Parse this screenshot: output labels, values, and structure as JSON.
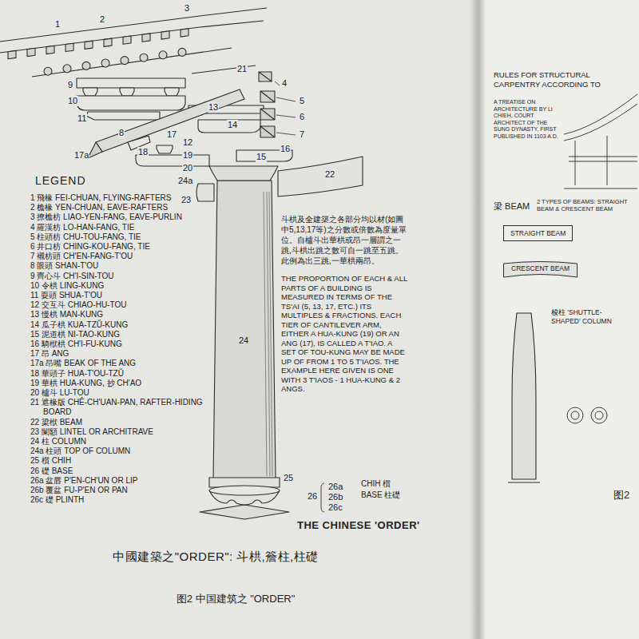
{
  "diagram": {
    "title": "THE CHINESE 'ORDER'",
    "caption": "图2 中国建筑之 \"ORDER\"",
    "nodes": [
      {
        "text": [
          "STRAIGHT BEAM"
        ]
      },
      {
        "text": [
          "CRESCENT BEAM"
        ]
      }
    ],
    "labels": [
      "3",
      "1",
      "2",
      "21",
      "4",
      "5",
      "9",
      "10",
      "11",
      "6",
      "13",
      "8",
      "7",
      "17",
      "14",
      "16",
      "18",
      "12",
      "17a",
      "15",
      "19",
      "22",
      "20",
      "24a",
      "23",
      "24",
      "25",
      "26",
      "26a",
      "26b",
      "26c",
      "LEGEND",
      "斗栱及全建築之各部分均以材(如圖中5,13,17等)之分數或倍數為度量單位。自櫨斗出華栱或昂一層謂之一跳,斗栱出跳之數可自一跳至五跳。此例為出三跳,一華栱兩昂。",
      "THE PROPORTION OF EACH & ALL PARTS OF A BUILDING IS MEASURED IN TERMS OF THE TS'AI (5, 13, 17, ETC.) ITS MULTIPLES & FRACTIONS. EACH TIER OF CANTILEVER ARM, EITHER A HUA-KUNG (19) OR AN ANG (17), IS CALLED A T'IAO. A SET OF TOU-KUNG MAY BE MADE UP OF FROM 1 TO 5 T'IAOS. THE EXAMPLE HERE GIVEN IS ONE WITH 3 T'IAOS - 1 HUA-KUNG & 2 ANGS.",
      "CHIH 櫍",
      "BASE 柱礎",
      "中國建築之\"ORDER\": 斗栱,簷柱,柱礎",
      "RULES FOR STRUCTURAL CARPENTRY ACCORDING TO",
      "A TREATISE ON ARCHITECTURE BY LI CHIEH, COURT ARCHITECT OF THE SUNG DYNASTY, FIRST PUBLISHED IN 1103 A.D.",
      "梁 BEAM",
      "2 TYPES OF BEAMS: STRAIGHT BEAM & CRESCENT BEAM",
      "梭柱 'SHUTTLE-SHAPED' COLUMN",
      "图2"
    ],
    "legend": [
      {
        "text": "1 飛椽 FEI-CHUAN, FLYING-RAFTERS"
      },
      {
        "text": "2 檐椽 YEN-CHUAN, EAVE-RAFTERS"
      },
      {
        "text": "3 撩檐枋 LIAO-YEN-FANG, EAVE-PURLIN"
      },
      {
        "text": "4 羅漢枋 LO-HAN-FANG, TIE"
      },
      {
        "text": "5 柱頭枋 CHU-TOU-FANG, TIE"
      },
      {
        "text": "6 井口枋 CHING-KOU-FANG, TIE"
      },
      {
        "text": "7 襯枋頭 CH'EN-FANG-T'OU"
      },
      {
        "text": "8 眼頭 SHAN-T'OU"
      },
      {
        "text": "9 齊心斗 CH'I-SIN-TOU"
      },
      {
        "text": "10 令栱 LING-KUNG"
      },
      {
        "text": "11 耍頭 SHUA-T'OU"
      },
      {
        "text": "12 交互斗 CHIAO-HU-TOU"
      },
      {
        "text": "13 慢栱 MAN-KUNG"
      },
      {
        "text": "14 瓜子栱 KUA-TZŬ-KUNG"
      },
      {
        "text": "15 泥道栱 NI-TAO-KUNG"
      },
      {
        "text": "16 騎栿栱 CH'I-FU-KUNG"
      },
      {
        "text": "17 昂 ANG"
      },
      {
        "text": "17a 昂嘴 BEAK OF THE ANG"
      },
      {
        "text": "18 華頭子 HUA-T'OU-TZŬ"
      },
      {
        "text": "19 華栱 HUA-KUNG, 抄 CH'AO"
      },
      {
        "text": "20 櫨斗 LU-TOU"
      },
      {
        "text": "21 遮椽版 CHÊ-CH'UAN-PAN, RAFTER-HIDING BOARD"
      },
      {
        "text": "22 梁栿 BEAM"
      },
      {
        "text": "23 闌額 LINTEL OR ARCHITRAVE"
      },
      {
        "text": "24 柱 COLUMN"
      },
      {
        "text": "24a 柱頭 TOP OF COLUMN"
      },
      {
        "text": "25 櫍 CHIH"
      },
      {
        "text": "26 礎 BASE"
      },
      {
        "text": "26a 盆唇 P'EN-CH'UN OR LIP"
      },
      {
        "text": "26b 覆盆 FU-P'EN OR PAN"
      },
      {
        "text": "26c 礎 PLINTH"
      }
    ]
  }
}
